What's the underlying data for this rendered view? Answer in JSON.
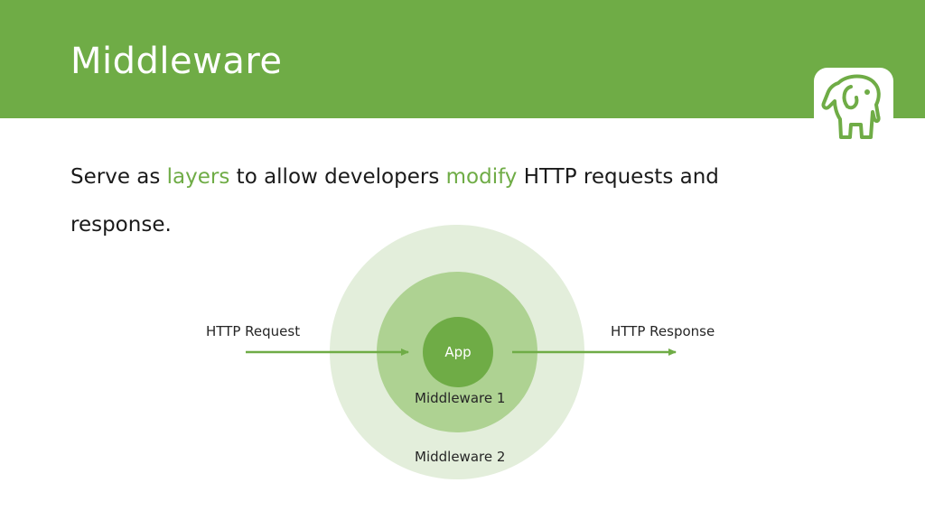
{
  "slide": {
    "title": "Middleware",
    "text_before": "Serve as ",
    "highlight_1": "layers",
    "text_middle": " to allow developers ",
    "highlight_2": "modify",
    "text_after": " HTTP requests and response."
  },
  "diagram": {
    "request_label": "HTTP Request",
    "response_label": "HTTP Response",
    "app_label": "App",
    "inner_layer_label": "Middleware 1",
    "outer_layer_label": "Middleware 2"
  },
  "colors": {
    "header": "#6fac46",
    "outer_circle": "#e3eedb",
    "middle_circle": "#aed292",
    "inner_circle": "#6fac46",
    "arrow": "#6fac46"
  },
  "icons": {
    "logo": "elephant-icon"
  }
}
